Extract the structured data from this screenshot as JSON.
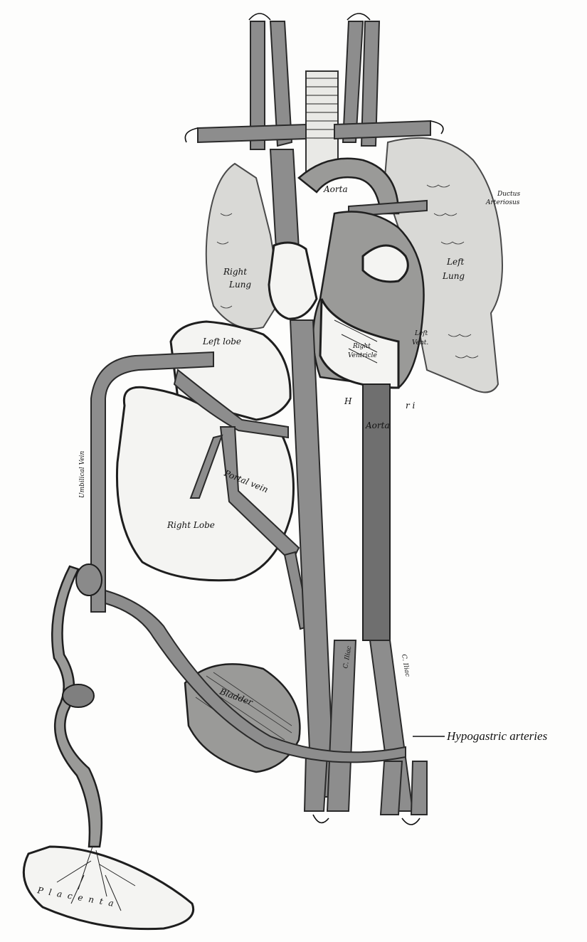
{
  "figure": {
    "labels": {
      "ductus": "Ductus",
      "arteriosus": "Arteriosus",
      "aorta_upper": "Aorta",
      "right_lung_1": "Right",
      "right_lung_2": "Lung",
      "left_lung_1": "Left",
      "left_lung_2": "Lung",
      "right_ventricle_1": "Right",
      "right_ventricle_2": "Ventricle",
      "left_vent_1": "Left",
      "left_vent_2": "Vent.",
      "left_lobe": "Left lobe",
      "right_lobe": "Right Lobe",
      "portal_vein": "Portal vein",
      "umbilical_vein": "Umbilical Vein",
      "bladder": "Bladder",
      "aorta_lower": "Aorta",
      "hypogastric_arteries": "Hypogastric arteries",
      "placenta": "Placenta",
      "iliac_left": "C. Iliac",
      "iliac_right": "C. Iliac",
      "heart_letter_h": "H",
      "heart_letters_ri": "r   i"
    }
  }
}
